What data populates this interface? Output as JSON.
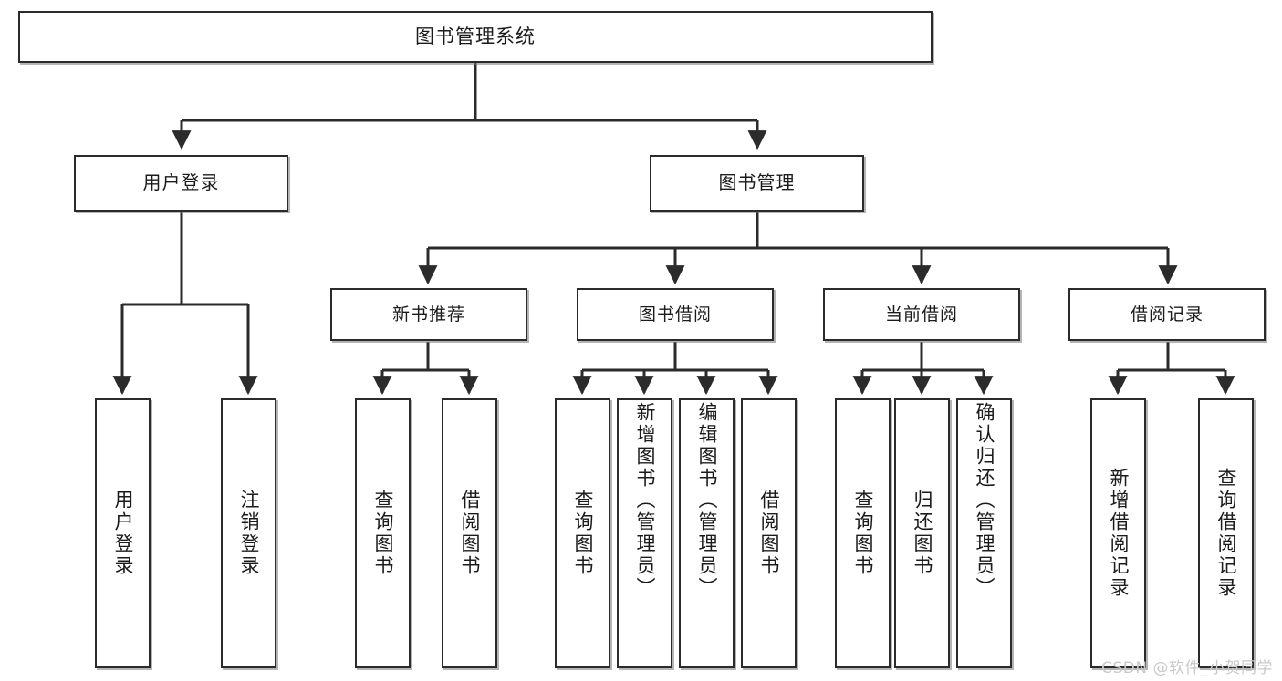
{
  "diagram": {
    "title": "图书管理系统",
    "type": "tree",
    "orientation": "top-down",
    "style": {
      "box_stroke": "#2b2b2b",
      "box_fill": "#ffffff",
      "edge_color": "#2b2b2b",
      "text_color": "#1b1b1b",
      "background": "#ffffff"
    }
  },
  "watermark": {
    "text": "CSDN @软件_小贺同学",
    "color": "#c9c9c9"
  },
  "nodes": {
    "root": {
      "label": "图书管理系统"
    },
    "level2": [
      {
        "id": "user_login",
        "label": "用户登录"
      },
      {
        "id": "book_manage",
        "label": "图书管理"
      }
    ],
    "level3": [
      {
        "id": "new_book_rec",
        "label": "新书推荐",
        "parent": "book_manage"
      },
      {
        "id": "book_borrow",
        "label": "图书借阅",
        "parent": "book_manage"
      },
      {
        "id": "current_borrow",
        "label": "当前借阅",
        "parent": "book_manage"
      },
      {
        "id": "borrow_record",
        "label": "借阅记录",
        "parent": "book_manage"
      }
    ],
    "leaves": [
      {
        "id": "leaf_user_login",
        "label": "用户登录",
        "parent": "user_login"
      },
      {
        "id": "leaf_logout",
        "label": "注销登录",
        "parent": "user_login"
      },
      {
        "id": "leaf_query_book_1",
        "label": "查询图书",
        "parent": "new_book_rec"
      },
      {
        "id": "leaf_borrow_book_1",
        "label": "借阅图书",
        "parent": "new_book_rec"
      },
      {
        "id": "leaf_query_book_2",
        "label": "查询图书",
        "parent": "book_borrow"
      },
      {
        "id": "leaf_add_book",
        "label": "新增图书（管理员）",
        "parent": "book_borrow"
      },
      {
        "id": "leaf_edit_book",
        "label": "编辑图书（管理员）",
        "parent": "book_borrow"
      },
      {
        "id": "leaf_borrow_book_2",
        "label": "借阅图书",
        "parent": "book_borrow"
      },
      {
        "id": "leaf_query_book_3",
        "label": "查询图书",
        "parent": "current_borrow"
      },
      {
        "id": "leaf_return_book",
        "label": "归还图书",
        "parent": "current_borrow"
      },
      {
        "id": "leaf_confirm_return",
        "label": "确认归还（管理员）",
        "parent": "current_borrow"
      },
      {
        "id": "leaf_add_record",
        "label": "新增借阅记录",
        "parent": "borrow_record"
      },
      {
        "id": "leaf_query_record",
        "label": "查询借阅记录",
        "parent": "borrow_record"
      }
    ]
  }
}
